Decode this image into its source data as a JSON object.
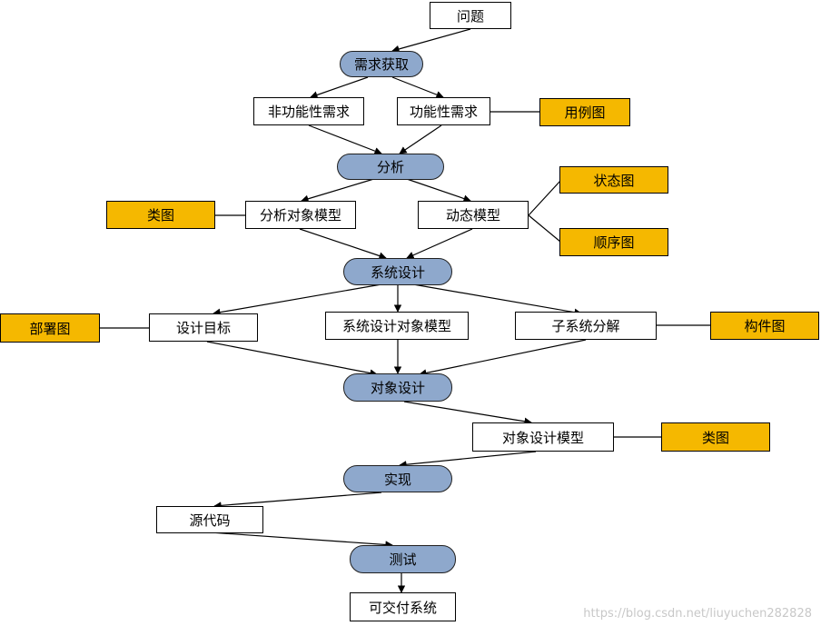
{
  "nodes": {
    "wenti": "问题",
    "xuqiu_huoqu": "需求获取",
    "fei_gongneng": "非功能性需求",
    "gongneng": "功能性需求",
    "yongli_tu": "用例图",
    "fenxi": "分析",
    "lei_tu_1": "类图",
    "fenxi_duixiang": "分析对象模型",
    "dongtai": "动态模型",
    "zhuangtai_tu": "状态图",
    "shunxu_tu": "顺序图",
    "xitong_sheji": "系统设计",
    "bushu_tu": "部署图",
    "sheji_mubiao": "设计目标",
    "xitong_sheji_duixiang": "系统设计对象模型",
    "zixitong": "子系统分解",
    "goujian_tu": "构件图",
    "duixiang_sheji": "对象设计",
    "duixiang_sheji_moxing": "对象设计模型",
    "lei_tu_2": "类图",
    "shixian": "实现",
    "yuandaima": "源代码",
    "ceshi": "测试",
    "kejiaofu": "可交付系统"
  },
  "watermark": "https://blog.csdn.net/liuyuchen282828",
  "colors": {
    "process_fill": "#8ea8cc",
    "artifact_tag_fill": "#f5b800",
    "box_fill": "#ffffff",
    "line": "#000000"
  }
}
